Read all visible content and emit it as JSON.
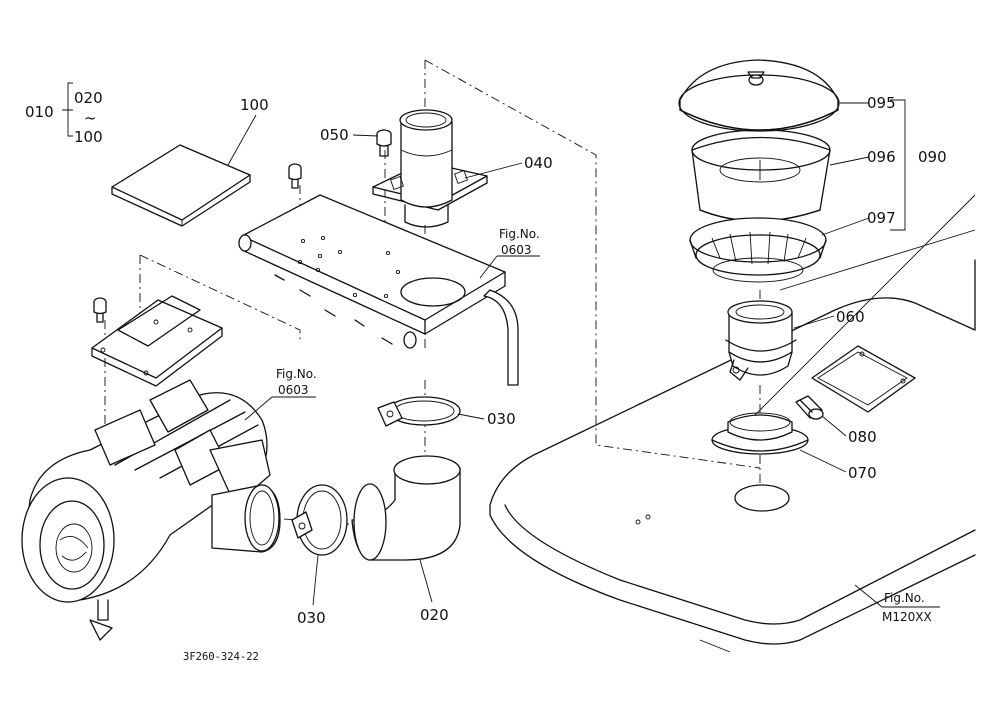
{
  "labels": {
    "assy_010": "010",
    "range_from": "020",
    "range_tilde": "~",
    "range_to": "100",
    "p100": "100",
    "p050": "050",
    "p040": "040",
    "p030_upper": "030",
    "p030_lower": "030",
    "p020": "020",
    "p095": "095",
    "p096": "096",
    "p097": "097",
    "p090": "090",
    "p060": "060",
    "p080": "080",
    "p070": "070"
  },
  "refs": {
    "fig_no_label_a": "Fig.No.",
    "fig_no_value_a": "0603",
    "fig_no_label_b": "Fig.No.",
    "fig_no_value_b": "0603",
    "fig_no_label_c": "Fig.No.",
    "fig_no_value_c": "M120XX"
  },
  "drawing_code": "3F260-324-22"
}
